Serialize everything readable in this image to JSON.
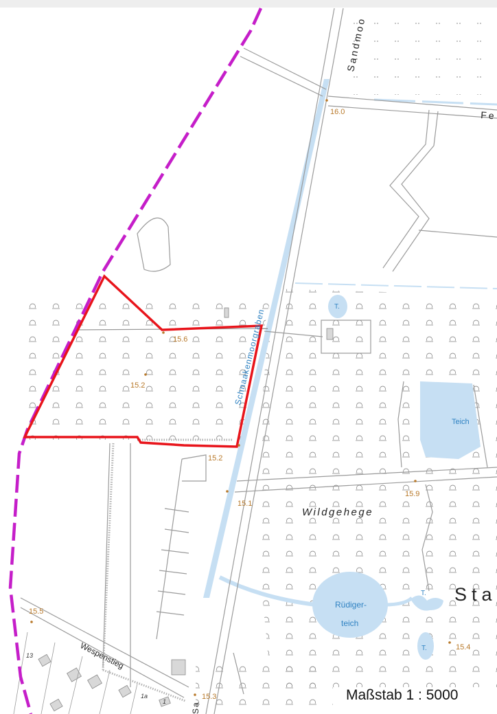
{
  "map": {
    "scale": "Maßstab 1 : 5000",
    "streets": {
      "sandmoor": "Sandmoo",
      "fe": "Fe",
      "wespenstieg": "Wespenstieg",
      "sa_bottom": "Sa"
    },
    "waterway": "Schnaakenmoorgraben",
    "areas": {
      "wildgehege": "Wildgehege",
      "district": "Sta"
    },
    "water_bodies": {
      "teich": "Teich",
      "ruediger_1": "Rüdiger-",
      "ruediger_2": "teich",
      "t1": "T.",
      "t2": "T.",
      "t3": "T."
    },
    "elevations": {
      "e160": "16.0",
      "e156": "15.6",
      "e152a": "15.2",
      "e152b": "15.2",
      "e151": "15.1",
      "e159": "15.9",
      "e155": "15.5",
      "e154": "15.4",
      "e153": "15.3"
    },
    "house_numbers": {
      "n13": "13",
      "n1a": "1a",
      "n1": "1"
    },
    "colors": {
      "boundary_red": "#e8141b",
      "district_boundary": "#c51ec9",
      "water": "#c6dff3",
      "roads": "#9a9a9a",
      "elevation_text": "#b8792a",
      "water_text": "#2f82c2"
    }
  }
}
